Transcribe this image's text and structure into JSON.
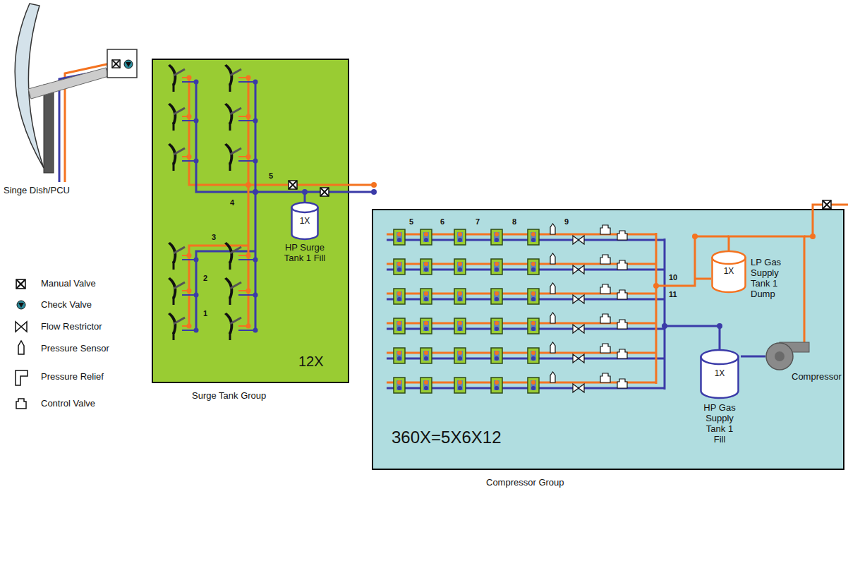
{
  "diagram": {
    "nodes": [
      {
        "text": [
          "Surge Tank Group",
          "12X"
        ]
      },
      {
        "text": [
          "1X",
          "HP Surge Tank 1 Fill"
        ],
        "in": 0
      },
      {
        "text": [
          "Compressor Group",
          "360X=5X6X12"
        ]
      },
      {
        "text": [
          "1X",
          "LP Gas Supply Tank 1 Dump"
        ],
        "in": 2
      },
      {
        "text": [
          "1X",
          "HP Gas Supply Tank 1 Fill"
        ],
        "in": 2
      },
      {
        "text": [
          "Compressor"
        ],
        "in": 2
      }
    ],
    "edges": [
      {
        "from": 3,
        "to": 5,
        "arrow": "none"
      },
      {
        "from": 4,
        "to": 5,
        "arrow": "none"
      }
    ],
    "labels": [
      "Singe Dish/PCU",
      "5",
      "4",
      "3",
      "2",
      "1",
      "5",
      "6",
      "7",
      "8",
      "9",
      "10",
      "11"
    ],
    "legend": [
      {
        "text": "Manual Valve"
      },
      {
        "text": "Check Valve"
      },
      {
        "text": "Flow Restrictor"
      },
      {
        "text": "Pressure Sensor"
      },
      {
        "text": "Pressure Relief"
      },
      {
        "text": "Control Valve"
      }
    ]
  }
}
